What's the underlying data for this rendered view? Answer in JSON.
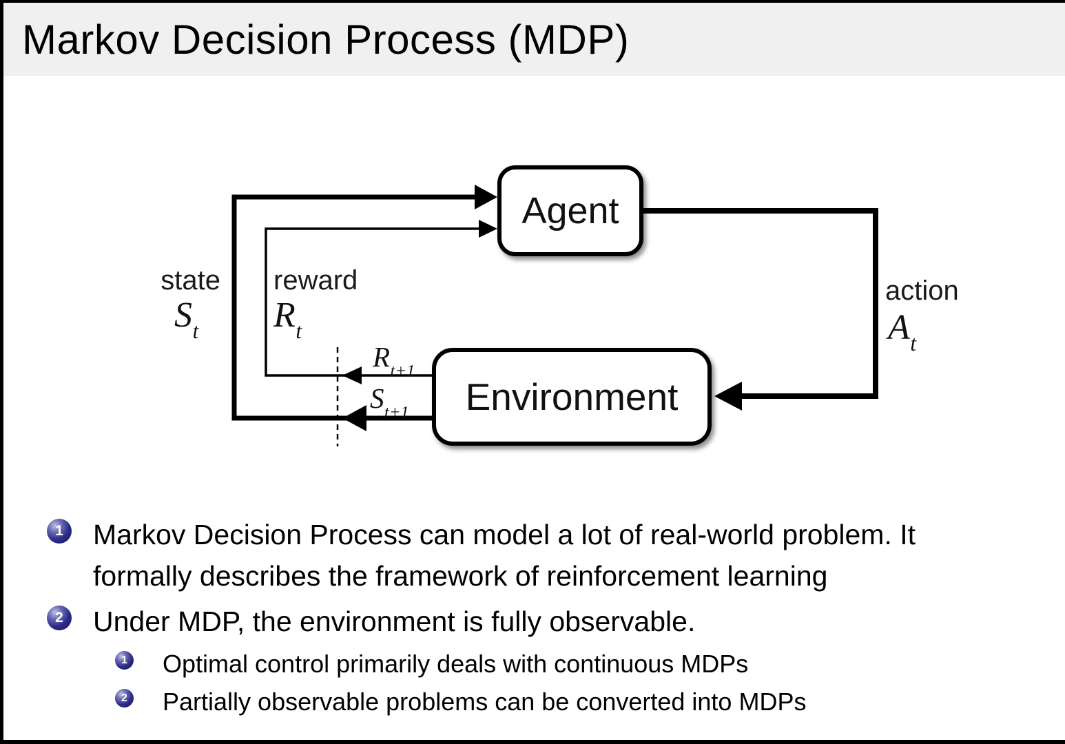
{
  "slide": {
    "title": "Markov Decision Process (MDP)"
  },
  "colors": {
    "title_band": "#f0f0f1",
    "frame": "#000000",
    "bullet_ball": "#2c2c87",
    "ball_number": "#ffffff"
  },
  "diagram": {
    "agent_label": "Agent",
    "environment_label": "Environment",
    "state": {
      "word": "state",
      "symbol": "S",
      "subscript": "t"
    },
    "reward": {
      "word": "reward",
      "symbol": "R",
      "subscript": "t"
    },
    "action": {
      "word": "action",
      "symbol": "A",
      "subscript": "t"
    },
    "next_reward": {
      "symbol": "R",
      "subscript": "t+1"
    },
    "next_state": {
      "symbol": "S",
      "subscript": "t+1"
    }
  },
  "bullets": [
    {
      "number": "1",
      "lines": [
        "Markov Decision Process can model a lot of real-world problem. It",
        "formally describes the framework of reinforcement learning"
      ]
    },
    {
      "number": "2",
      "lines": [
        "Under MDP, the environment is fully observable."
      ],
      "sub": [
        {
          "number": "1",
          "text": "Optimal control primarily deals with continuous MDPs"
        },
        {
          "number": "2",
          "text": "Partially observable problems can be converted into MDPs"
        }
      ]
    }
  ]
}
